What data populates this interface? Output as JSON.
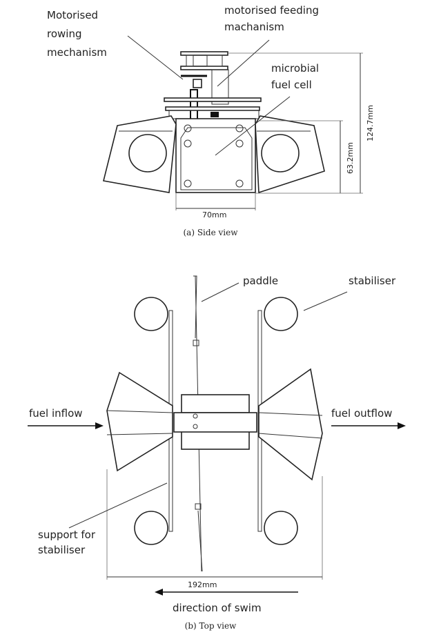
{
  "side_view": {
    "labels": {
      "rowing": [
        "Motorised",
        "rowing",
        "mechanism"
      ],
      "feeding": [
        "motorised feeding",
        "machanism"
      ],
      "fuel_cell": [
        "microbial",
        "fuel cell"
      ]
    },
    "dimensions": {
      "height_total": "124.7mm",
      "height_body": "63.2mm",
      "width": "70mm"
    },
    "caption": "(a) Side view"
  },
  "top_view": {
    "labels": {
      "paddle": "paddle",
      "stabiliser": "stabiliser",
      "fuel_inflow": "fuel inflow",
      "fuel_outflow": "fuel outflow",
      "support": [
        "support for",
        "stabiliser"
      ],
      "direction": "direction of swim"
    },
    "dimensions": {
      "width": "192mm"
    },
    "caption": "(b) Top view"
  }
}
